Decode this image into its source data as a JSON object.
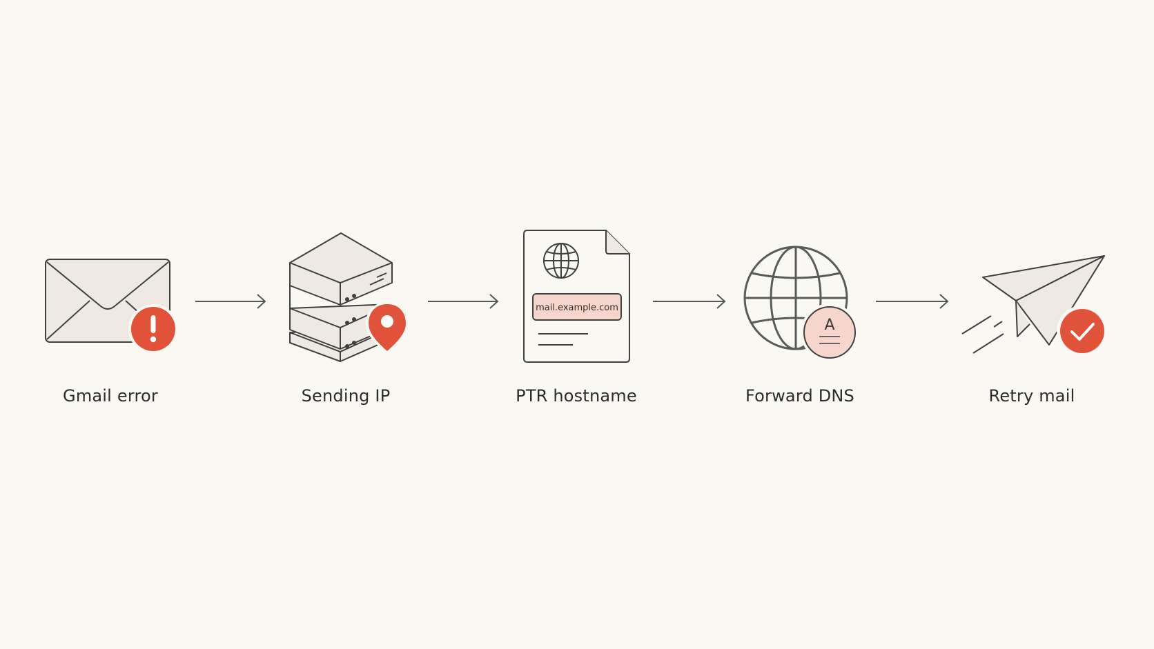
{
  "steps": [
    {
      "label": "Gmail error",
      "icon": "envelope-icon",
      "badge": "alert-icon"
    },
    {
      "label": "Sending IP",
      "icon": "server-stack-icon",
      "badge": "location-pin-icon"
    },
    {
      "label": "PTR hostname",
      "icon": "document-icon",
      "badge": "globe-icon",
      "hostname": "mail.example.com"
    },
    {
      "label": "Forward DNS",
      "icon": "globe-icon",
      "badge": "a-record-icon",
      "record_letter": "A"
    },
    {
      "label": "Retry mail",
      "icon": "paper-plane-icon",
      "badge": "checkmark-icon"
    }
  ],
  "connectors": [
    "arrow-icon",
    "arrow-icon",
    "arrow-icon",
    "arrow-icon"
  ],
  "colors": {
    "background": "#faf8f3",
    "stroke": "#3f3f3f",
    "fill_light": "#eeeae3",
    "accent_red": "#e0533a",
    "accent_pink": "#f6d6cc"
  }
}
